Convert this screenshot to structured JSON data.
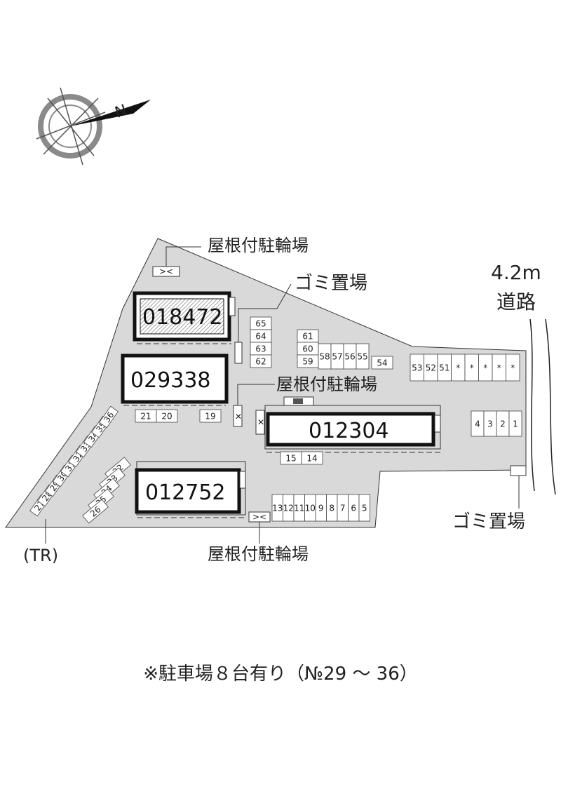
{
  "compass": {
    "icon": "north-arrow-compass-icon",
    "north_label": "N"
  },
  "road": {
    "width_label": "4.2m",
    "label": "道路"
  },
  "labels": {
    "bike_shelter_top": "屋根付駐輪場",
    "trash_top": "ゴミ置場",
    "bike_shelter_mid": "屋根付駐輪場",
    "bike_shelter_bottom": "屋根付駐輪場",
    "trash_right": "ゴミ置場",
    "transformer": "(TR)"
  },
  "buildings": {
    "b018472": "018472",
    "b029338": "029338",
    "b012304": "012304",
    "b012752": "012752"
  },
  "parking": {
    "col_65": [
      "65",
      "64",
      "63",
      "62"
    ],
    "col_61": [
      "61",
      "60",
      "59"
    ],
    "row_58": [
      "58",
      "57",
      "56",
      "55"
    ],
    "single_54": "54",
    "row_53": [
      "53",
      "52",
      "51",
      "*",
      "*",
      "*",
      "*",
      "*"
    ],
    "row_4": [
      "4",
      "3",
      "2",
      "1"
    ],
    "row_21": [
      "21",
      "20"
    ],
    "single_19": "19",
    "row_15": [
      "15",
      "14"
    ],
    "row_13": [
      "13",
      "12",
      "11",
      "10",
      "9",
      "8",
      "7",
      "6",
      "5"
    ],
    "diag_22": [
      "22",
      "23",
      "24",
      "25",
      "26"
    ],
    "diag_27": [
      "27",
      "28",
      "29",
      "30",
      "31",
      "32",
      "33",
      "34",
      "35",
      "36"
    ]
  },
  "footer_note": "※駐車場８台有り（№29 ～ 36）",
  "colors": {
    "site_fill": "#d9d9d9",
    "building_outline": "#111111",
    "hatch": "#888888"
  }
}
